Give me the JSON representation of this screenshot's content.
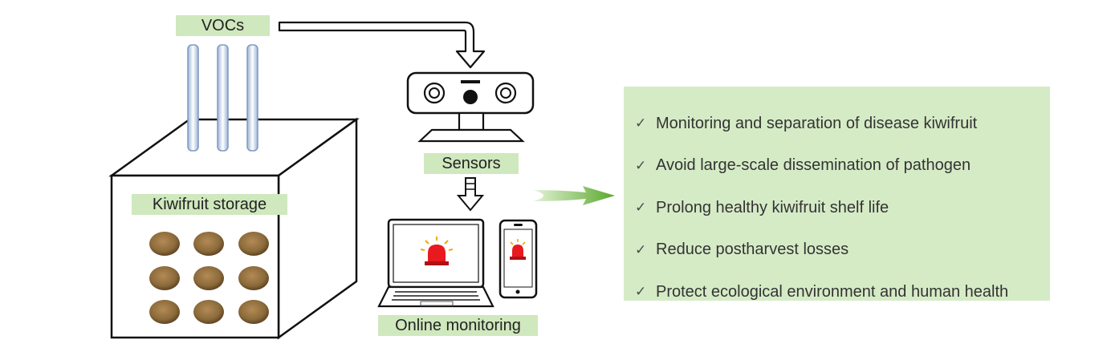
{
  "labels": {
    "vocs": "VOCs",
    "storage": "Kiwifruit storage",
    "sensors": "Sensors",
    "online_monitoring": "Online monitoring"
  },
  "benefits": [
    "Monitoring and separation of disease kiwifruit",
    "Avoid large-scale dissemination of pathogen",
    "Prolong healthy kiwifruit shelf life",
    "Reduce postharvest losses",
    "Protect ecological environment and human health"
  ],
  "icons": {
    "check": "check-icon",
    "alarm": "alarm-siren-icon",
    "arrow": "arrow-icon",
    "sensor": "sensor-device-icon"
  },
  "colors": {
    "label_bg": "#cfe8bd",
    "panel_bg": "#d5ebc6",
    "arrow_green": "#6dbb3a",
    "alarm_red": "#e8191f",
    "kiwi_brown": "#8b6a3a"
  }
}
